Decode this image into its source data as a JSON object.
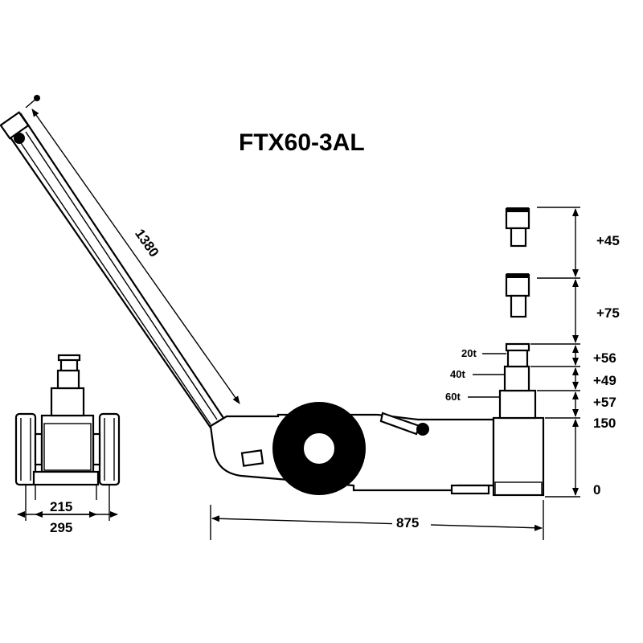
{
  "title": "FTX60-3AL",
  "dimensions": {
    "handle_length": "1380",
    "body_length": "875",
    "inner_width": "215",
    "outer_width": "295",
    "height_base": "0",
    "height_closed": "150",
    "stage_60t": "+57",
    "stage_40t": "+49",
    "stage_20t": "+56",
    "extension_1": "+75",
    "extension_2": "+45"
  },
  "stages": {
    "stage_60t_label": "60t",
    "stage_40t_label": "40t",
    "stage_20t_label": "20t"
  }
}
